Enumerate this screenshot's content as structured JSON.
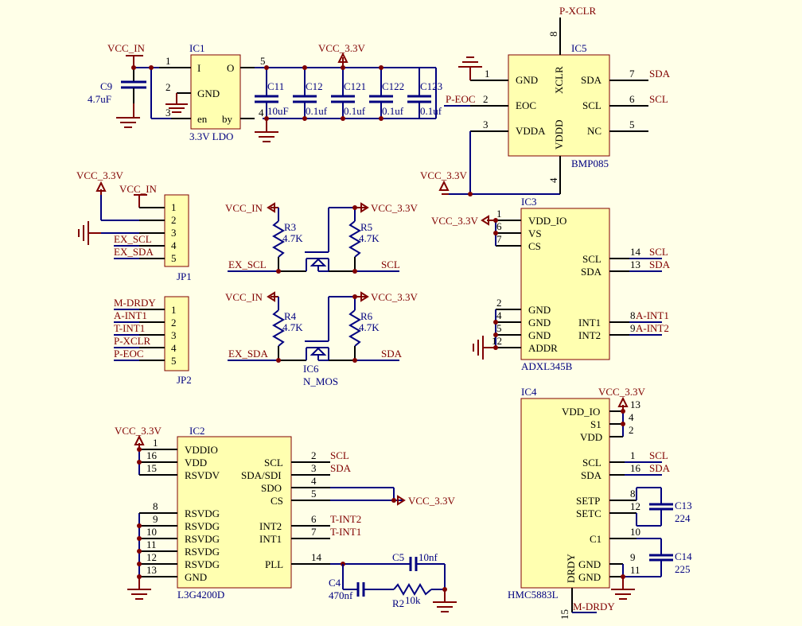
{
  "colors": {
    "background": "#ffffe8",
    "chip_fill": "#ffffb0",
    "chip_border": "#800000",
    "wire": "#000080",
    "net_label": "#800000",
    "designator": "#000080",
    "pin": "#000000"
  },
  "ic1": {
    "designator": "IC1",
    "comment": "3.3V  LDO",
    "pins": [
      {
        "num": "1",
        "name": "I"
      },
      {
        "num": "2",
        "name": "GND"
      },
      {
        "num": "3",
        "name": "en"
      },
      {
        "num": "5",
        "name": "O"
      },
      {
        "num": "4",
        "name": "by"
      }
    ],
    "net_in": "VCC_IN",
    "net_out": "VCC_3.3V"
  },
  "c9": {
    "designator": "C9",
    "value": "4.7uF"
  },
  "caps_out": [
    {
      "designator": "C11",
      "value": "10uF"
    },
    {
      "designator": "C12",
      "value": "0.1uf"
    },
    {
      "designator": "C121",
      "value": "0.1uf"
    },
    {
      "designator": "C122",
      "value": "0.1uf"
    },
    {
      "designator": "C123",
      "value": "0.1uf"
    }
  ],
  "ic5": {
    "designator": "IC5",
    "comment": "BMP085",
    "left_pins": [
      {
        "num": "1",
        "name": "GND"
      },
      {
        "num": "2",
        "name": "EOC",
        "net": "P-EOC"
      },
      {
        "num": "3",
        "name": "VDDA"
      }
    ],
    "right_pins": [
      {
        "num": "7",
        "name": "SDA",
        "net": "SDA"
      },
      {
        "num": "6",
        "name": "SCL",
        "net": "SCL"
      },
      {
        "num": "5",
        "name": "NC",
        "net": ""
      }
    ],
    "top_pin": {
      "num": "8",
      "name": "XCLR",
      "net": "P-XCLR"
    },
    "bottom_pin": {
      "num": "4",
      "name": "VDDD"
    },
    "power_net": "VCC_3.3V"
  },
  "jp1": {
    "designator": "JP1",
    "pins": [
      "1",
      "2",
      "3",
      "4",
      "5"
    ],
    "nets": [
      "VCC_IN",
      "VCC_3.3V",
      "",
      "EX_SCL",
      "EX_SDA"
    ]
  },
  "jp2": {
    "designator": "JP2",
    "pins": [
      "1",
      "2",
      "3",
      "4",
      "5"
    ],
    "nets": [
      "M-DRDY",
      "A-INT1",
      "T-INT1",
      "P-XCLR",
      "P-EOC"
    ]
  },
  "level_shift": {
    "scl": {
      "left_net": "EX_SCL",
      "right_net": "SCL",
      "left_power": "VCC_IN",
      "right_power": "VCC_3.3V",
      "r_left": {
        "designator": "R3",
        "value": "4.7K"
      },
      "r_right": {
        "designator": "R5",
        "value": "4.7K"
      }
    },
    "sda": {
      "left_net": "EX_SDA",
      "right_net": "SDA",
      "left_power": "VCC_IN",
      "right_power": "VCC_3.3V",
      "r_left": {
        "designator": "R4",
        "value": "4.7K"
      },
      "r_right": {
        "designator": "R6",
        "value": "4.7K"
      }
    },
    "mosfet": {
      "designator": "IC6",
      "comment": "N_MOS"
    }
  },
  "ic3": {
    "designator": "IC3",
    "comment": "ADXL345B",
    "power_net": "VCC_3.3V",
    "left_pins": [
      {
        "num": "1",
        "name": "VDD_IO"
      },
      {
        "num": "6",
        "name": "VS"
      },
      {
        "num": "7",
        "name": "CS"
      },
      {
        "num": "2",
        "name": "GND"
      },
      {
        "num": "4",
        "name": "GND"
      },
      {
        "num": "5",
        "name": "GND"
      },
      {
        "num": "12",
        "name": "ADDR"
      }
    ],
    "right_pins": [
      {
        "num": "14",
        "name": "SCL",
        "net": "SCL"
      },
      {
        "num": "13",
        "name": "SDA",
        "net": "SDA"
      },
      {
        "num": "8",
        "name": "INT1",
        "net": "A-INT1"
      },
      {
        "num": "9",
        "name": "INT2",
        "net": "A-INT2"
      }
    ]
  },
  "ic2": {
    "designator": "IC2",
    "comment": "L3G4200D",
    "power_net": "VCC_3.3V",
    "left_pins": [
      {
        "num": "1",
        "name": "VDDIO"
      },
      {
        "num": "16",
        "name": "VDD"
      },
      {
        "num": "15",
        "name": "RSVDV"
      },
      {
        "num": "8",
        "name": "RSVDG"
      },
      {
        "num": "9",
        "name": "RSVDG"
      },
      {
        "num": "10",
        "name": "RSVDG"
      },
      {
        "num": "11",
        "name": "RSVDG"
      },
      {
        "num": "12",
        "name": "RSVDG"
      },
      {
        "num": "13",
        "name": "GND"
      }
    ],
    "right_pins": [
      {
        "num": "2",
        "name": "SCL",
        "net": "SCL"
      },
      {
        "num": "3",
        "name": "SDA/SDI",
        "net": "SDA"
      },
      {
        "num": "4",
        "name": "SDO",
        "net": ""
      },
      {
        "num": "5",
        "name": "CS",
        "net": ""
      },
      {
        "num": "6",
        "name": "INT2",
        "net": "T-INT2"
      },
      {
        "num": "7",
        "name": "INT1",
        "net": "T-INT1"
      },
      {
        "num": "14",
        "name": "PLL",
        "net": ""
      }
    ],
    "cs_net": "VCC_3.3V"
  },
  "pll_filter": {
    "c5": {
      "designator": "C5",
      "value": "10nf"
    },
    "c4": {
      "designator": "C4",
      "value": "470nf"
    },
    "r2": {
      "designator": "R2",
      "value": "10k"
    }
  },
  "ic4": {
    "designator": "IC4",
    "comment": "HMC5883L",
    "power_net": "VCC_3.3V",
    "right_pins": [
      {
        "num": "13",
        "name": "VDD_IO"
      },
      {
        "num": "4",
        "name": "S1"
      },
      {
        "num": "2",
        "name": "VDD"
      },
      {
        "num": "1",
        "name": "SCL",
        "net": "SCL"
      },
      {
        "num": "16",
        "name": "SDA",
        "net": "SDA"
      },
      {
        "num": "8",
        "name": "SETP"
      },
      {
        "num": "12",
        "name": "SETC"
      },
      {
        "num": "10",
        "name": "C1"
      },
      {
        "num": "9",
        "name": "GND"
      },
      {
        "num": "11",
        "name": "GND"
      }
    ],
    "bottom_pin": {
      "num": "15",
      "name": "DRDY",
      "net": "M-DRDY"
    },
    "c13": {
      "designator": "C13",
      "value": "224"
    },
    "c14": {
      "designator": "C14",
      "value": "225"
    }
  }
}
